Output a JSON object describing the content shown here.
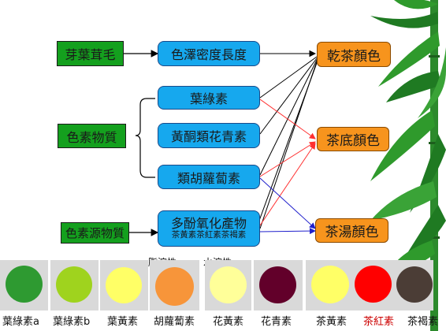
{
  "left_boxes": {
    "leaf_bud": "芽葉茸毛",
    "pigments": "色素物質",
    "precursors": "色素源物質"
  },
  "middle_boxes": {
    "color_density": "色澤密度長度",
    "chlorophyll": "葉綠素",
    "flavonoids": "黃酮類花青素",
    "carotenoids": "類胡蘿蔔素",
    "polyphenol": "多酚氧化產物",
    "polyphenol_sub": "茶黃素茶紅素茶褐素"
  },
  "right_boxes": {
    "dry_tea": "乾茶顏色",
    "infused_leaf": "茶底顏色",
    "liquor": "茶湯顏色"
  },
  "solubility": {
    "fat": "←脂溶性",
    "water": "水溶性→"
  },
  "swatches": [
    {
      "label": "葉綠素a",
      "color": "#2e9a31",
      "label_color": "#111111"
    },
    {
      "label": "葉綠素b",
      "color": "#9fd31e",
      "label_color": "#111111"
    },
    {
      "label": "葉黃素",
      "color": "#ffff66",
      "label_color": "#111111"
    },
    {
      "label": "胡蘿蔔素",
      "color": "#f7953a",
      "label_color": "#111111"
    },
    {
      "label": "花黃素",
      "color": "#ffff99",
      "label_color": "#111111"
    },
    {
      "label": "花青素",
      "color": "#62002a",
      "label_color": "#111111"
    },
    {
      "label": "茶黃素",
      "color": "#ffff66",
      "label_color": "#111111"
    },
    {
      "label": "茶紅素",
      "color": "#ff0000",
      "label_color": "#cc0000"
    },
    {
      "label": "茶褐素",
      "color": "#4b3d36",
      "label_color": "#111111"
    }
  ],
  "colors": {
    "green_box": "#14a01e",
    "blue_box": "#16a8ee",
    "orange_box": "#f7941d",
    "line_black": "#000000",
    "line_red": "#ff3030",
    "line_blue": "#2020cc"
  }
}
